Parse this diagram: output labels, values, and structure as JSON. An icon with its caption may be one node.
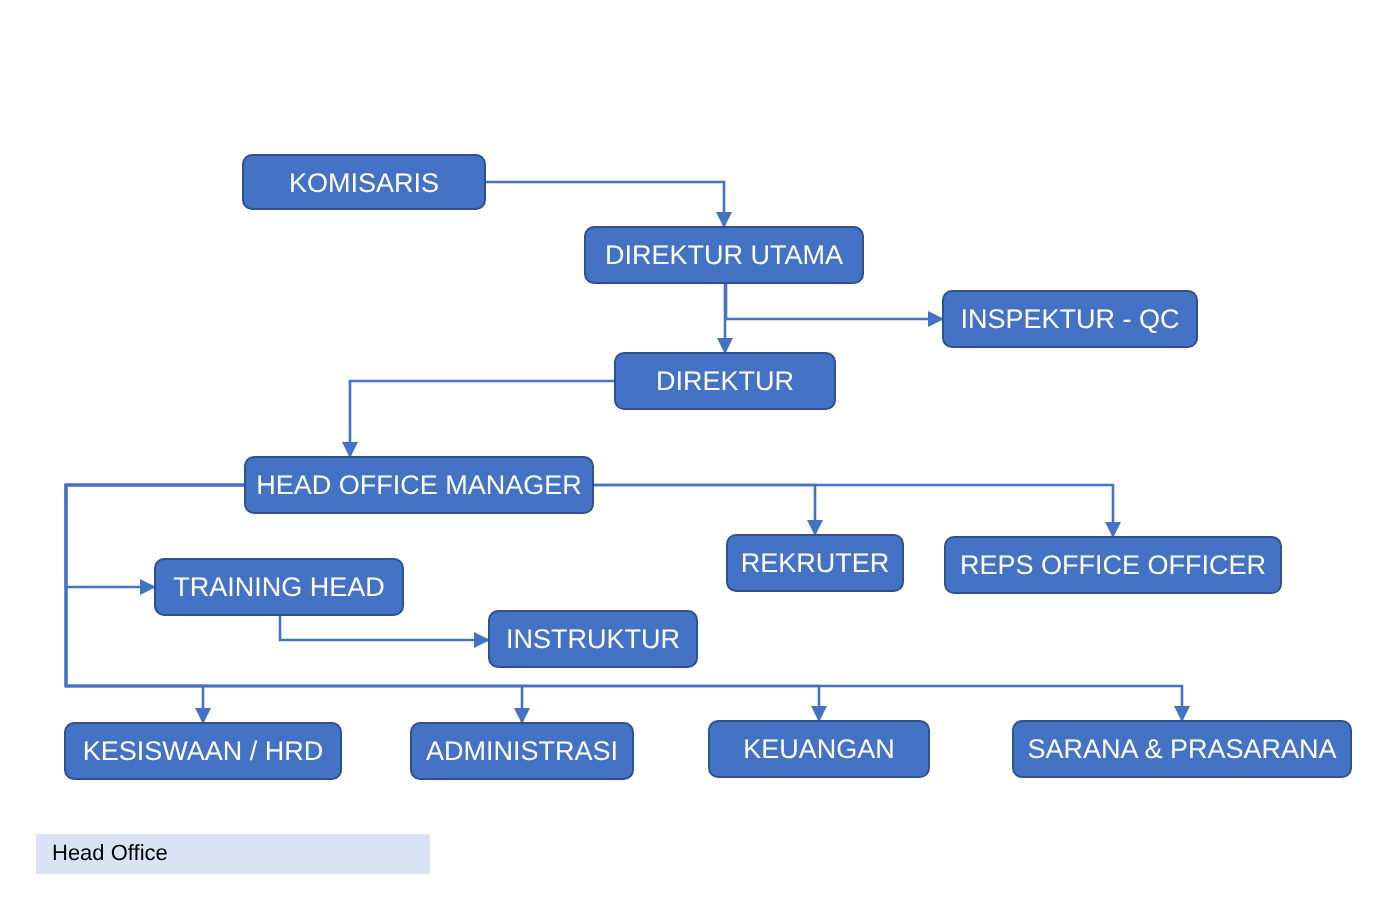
{
  "diagram": {
    "nodes": [
      {
        "text": [
          "KOMISARIS"
        ]
      },
      {
        "text": [
          "DIREKTUR UTAMA"
        ]
      },
      {
        "text": [
          "INSPEKTUR - QC"
        ]
      },
      {
        "text": [
          "DIREKTUR"
        ]
      },
      {
        "text": [
          "HEAD OFFICE MANAGER"
        ]
      },
      {
        "text": [
          "REKRUTER"
        ]
      },
      {
        "text": [
          "REPS OFFICE OFFICER"
        ]
      },
      {
        "text": [
          "TRAINING HEAD"
        ]
      },
      {
        "text": [
          "INSTRUKTUR"
        ]
      },
      {
        "text": [
          "KESISWAAN / HRD"
        ]
      },
      {
        "text": [
          "ADMINISTRASI"
        ]
      },
      {
        "text": [
          "KEUANGAN"
        ]
      },
      {
        "text": [
          "SARANA & PRASARANA"
        ]
      }
    ],
    "edges": [
      {
        "from": 0,
        "to": 1,
        "arrow": "to"
      },
      {
        "from": 1,
        "to": 3,
        "arrow": "to"
      },
      {
        "from": 1,
        "to": 2,
        "arrow": "to"
      },
      {
        "from": 3,
        "to": 4,
        "arrow": "to"
      },
      {
        "from": 4,
        "to": 5,
        "arrow": "to"
      },
      {
        "from": 4,
        "to": 6,
        "arrow": "to"
      },
      {
        "from": 4,
        "to": 7,
        "arrow": "to"
      },
      {
        "from": 7,
        "to": 8,
        "arrow": "to"
      },
      {
        "from": 4,
        "to": 9,
        "arrow": "to"
      },
      {
        "from": 4,
        "to": 10,
        "arrow": "to"
      },
      {
        "from": 4,
        "to": 11,
        "arrow": "to"
      },
      {
        "from": 4,
        "to": 12,
        "arrow": "to"
      }
    ],
    "labels": [
      "Head Office"
    ]
  }
}
